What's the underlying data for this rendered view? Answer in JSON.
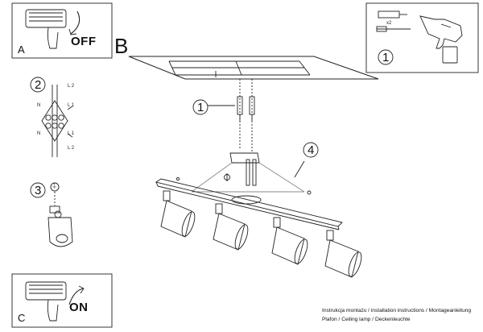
{
  "panels": {
    "a": {
      "letter": "A",
      "state": "OFF"
    },
    "b": {
      "letter": "B"
    },
    "c": {
      "letter": "C",
      "state": "ON"
    }
  },
  "steps": {
    "s1": "1",
    "s2": "2",
    "s3": "3",
    "s4": "4",
    "tools_step": "1"
  },
  "kit": {
    "quantity": "x2"
  },
  "wiring": {
    "n1": "N",
    "n2": "N",
    "l1a": "L 1",
    "l1b": "L 1",
    "l2a": "L 2",
    "l2b": "L 2",
    "grounding": "⏚"
  },
  "footer": {
    "line1": "Instrukcja montażu / installation instructions / Montageanleitung",
    "line2": "Plafon / Ceiling lamp / Deckenleuchte"
  }
}
